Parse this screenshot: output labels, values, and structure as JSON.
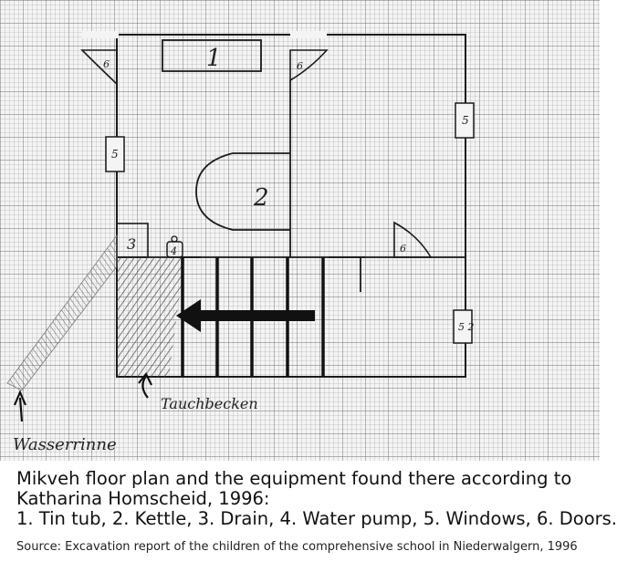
{
  "plan": {
    "labels": {
      "tin_tub": "1",
      "kettle": "2",
      "drain": "3",
      "water_pump": "4",
      "window": "5",
      "door": "6",
      "window_right_lower": "5 2"
    },
    "annotations": {
      "water_channel": "Wasserrinne",
      "immersion_pool": "Tauchbecken"
    }
  },
  "caption": {
    "line1": "Mikveh floor plan and the equipment found there according to",
    "line2": "Katharina Homscheid, 1996:",
    "line3": "1. Tin tub, 2. Kettle, 3. Drain, 4. Water pump, 5. Windows, 6. Doors."
  },
  "source": "Source: Excavation report of the children of the comprehensive school in Niederwalgern, 1996"
}
